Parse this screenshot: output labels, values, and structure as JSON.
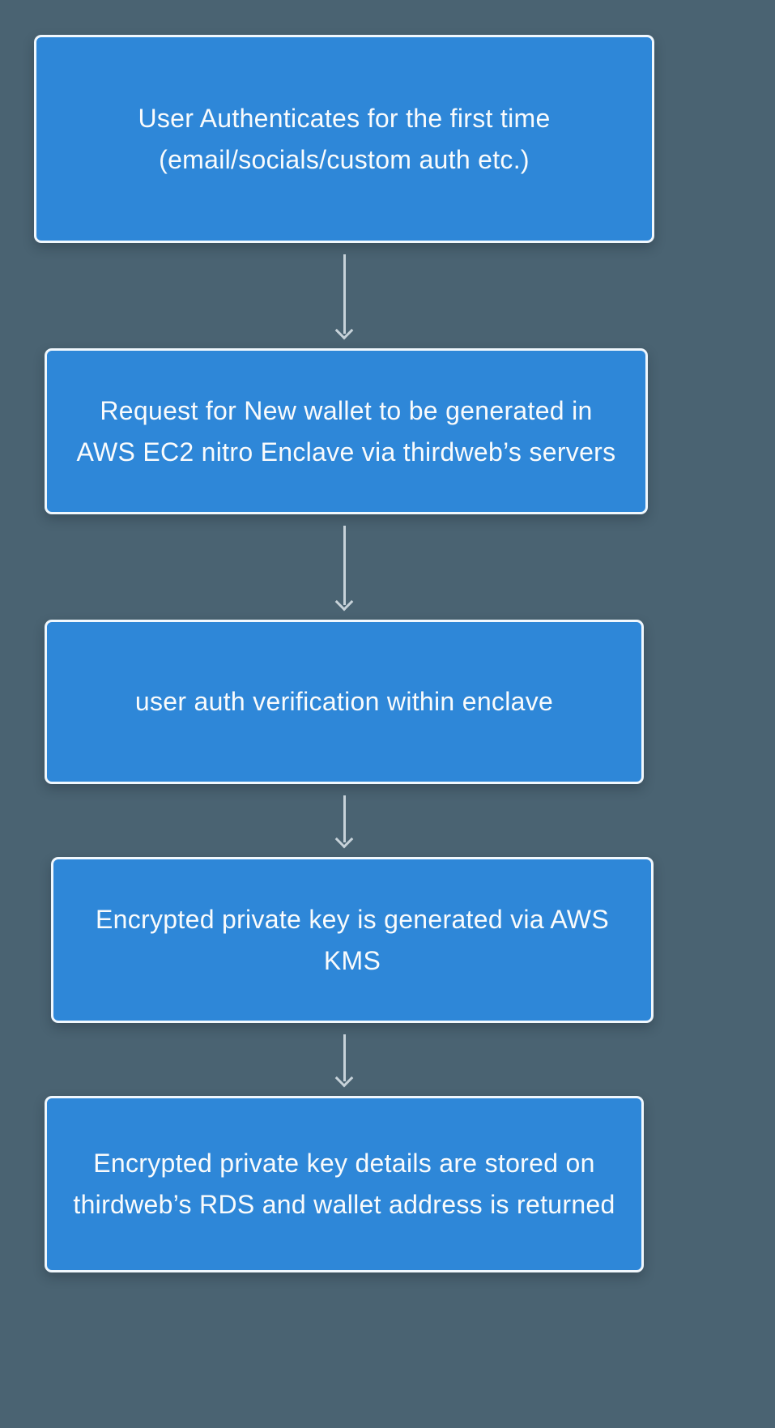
{
  "diagram": {
    "type": "flowchart",
    "direction": "top-down",
    "background_color": "#4a6372",
    "node_fill_color": "#2e87d8",
    "node_border_color": "#ffffff",
    "node_text_color": "#f9fbfc",
    "arrow_color": "#c7d2d9",
    "nodes": [
      {
        "id": "user-authenticates",
        "label": "User Authenticates for the first time (email/socials/custom auth etc.)"
      },
      {
        "id": "request-new-wallet",
        "label": "Request for New wallet to be generated in AWS EC2 nitro Enclave via thirdweb’s servers"
      },
      {
        "id": "auth-verification",
        "label": "user auth verification within enclave"
      },
      {
        "id": "encrypted-key-generated",
        "label": "Encrypted private key is generated via AWS KMS"
      },
      {
        "id": "key-stored-address-returned",
        "label": "Encrypted private key details are stored on thirdweb’s RDS and wallet address is returned"
      }
    ],
    "edges": [
      {
        "from": "user-authenticates",
        "to": "request-new-wallet"
      },
      {
        "from": "request-new-wallet",
        "to": "auth-verification"
      },
      {
        "from": "auth-verification",
        "to": "encrypted-key-generated"
      },
      {
        "from": "encrypted-key-generated",
        "to": "key-stored-address-returned"
      }
    ]
  }
}
